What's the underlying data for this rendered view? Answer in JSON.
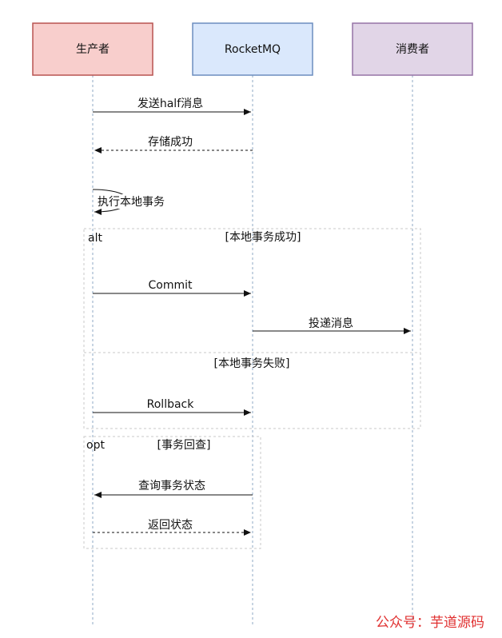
{
  "colors": {
    "producer_fill": "#f8cecc",
    "producer_stroke": "#b85450",
    "broker_fill": "#dae8fc",
    "broker_stroke": "#6c8ebf",
    "consumer_fill": "#e1d5e7",
    "consumer_stroke": "#9673a6",
    "lifeline": "#8fa8c4",
    "frame": "#c8c8c8",
    "arrow": "#111111",
    "watermark": "#e03030"
  },
  "participants": {
    "producer": "生产者",
    "broker": "RocketMQ",
    "consumer": "消费者"
  },
  "messages": {
    "send_half": "发送half消息",
    "store_ok": "存储成功",
    "exec_local": "执行本地事务",
    "commit": "Commit",
    "deliver": "投递消息",
    "rollback": "Rollback",
    "check": "查询事务状态",
    "return_status": "返回状态"
  },
  "fragments": {
    "alt_tag": "alt",
    "alt_guard_success": "[本地事务成功]",
    "alt_guard_fail": "[本地事务失败]",
    "opt_tag": "opt",
    "opt_guard": "[事务回查]"
  },
  "watermark": "公众号：芋道源码"
}
